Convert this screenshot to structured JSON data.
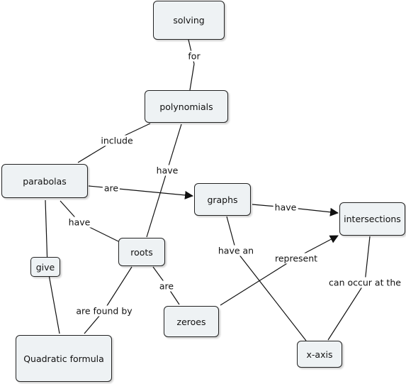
{
  "concepts": {
    "solving": "solving",
    "polynomials": "polynomials",
    "parabolas": "parabolas",
    "graphs": "graphs",
    "intersections": "intersections",
    "roots": "roots",
    "give": "give",
    "zeroes": "zeroes",
    "quadratic_formula": "Quadratic formula",
    "x_axis": "x-axis"
  },
  "links": {
    "for": "for",
    "include": "include",
    "have_polynomials_roots": "have",
    "are_parabolas_graphs": "are",
    "have_parabolas_roots": "have",
    "have_graphs_intersections": "have",
    "have_an": "have an",
    "represent": "represent",
    "can_occur_at_the": "can occur at the",
    "are_roots_zeroes": "are",
    "are_found_by": "are found by"
  },
  "colors": {
    "node_fill": "#eef2f4",
    "node_border": "#222222",
    "line": "#111111"
  }
}
